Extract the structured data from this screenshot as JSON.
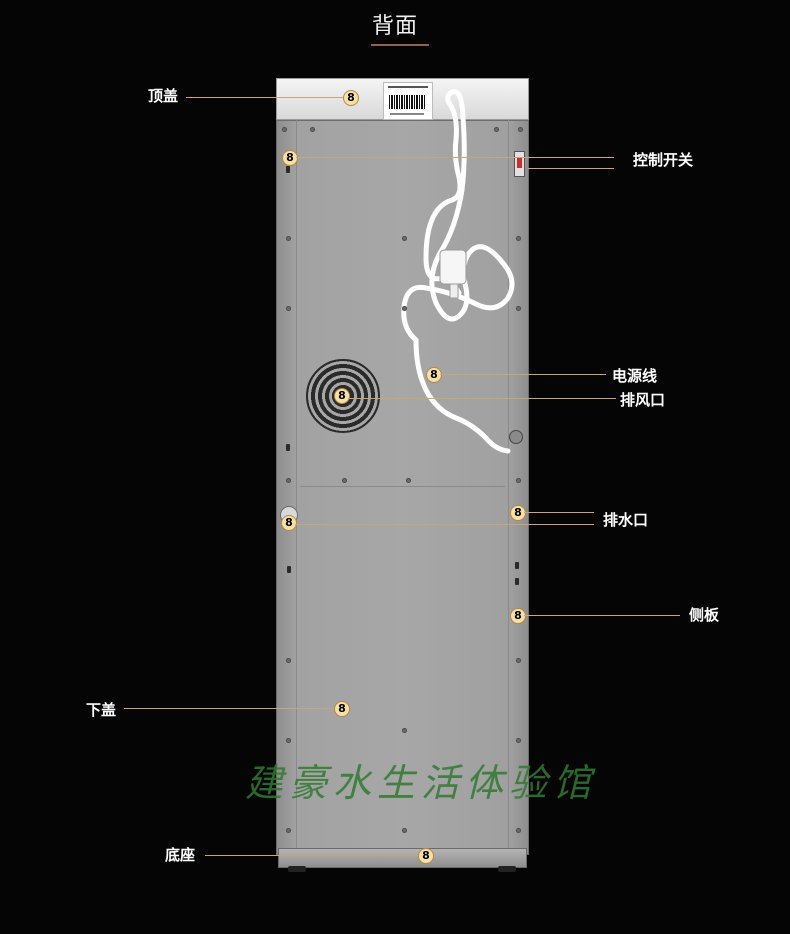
{
  "header": {
    "title": "背面"
  },
  "callouts": {
    "marker_text": "8",
    "top_cover": "顶盖",
    "control_switch": "控制开关",
    "power_cord": "电源线",
    "exhaust_vent": "排风口",
    "drain_outlet": "排水口",
    "side_panel": "侧板",
    "lower_cover": "下盖",
    "base": "底座"
  },
  "watermark": {
    "text": "建豪水生活体验馆"
  },
  "colors": {
    "background": "#050505",
    "callout_line": "#c9a577",
    "marker_fill": "#f4e1a4",
    "watermark": "#2f7a2f",
    "switch_red": "#d42b2b"
  }
}
